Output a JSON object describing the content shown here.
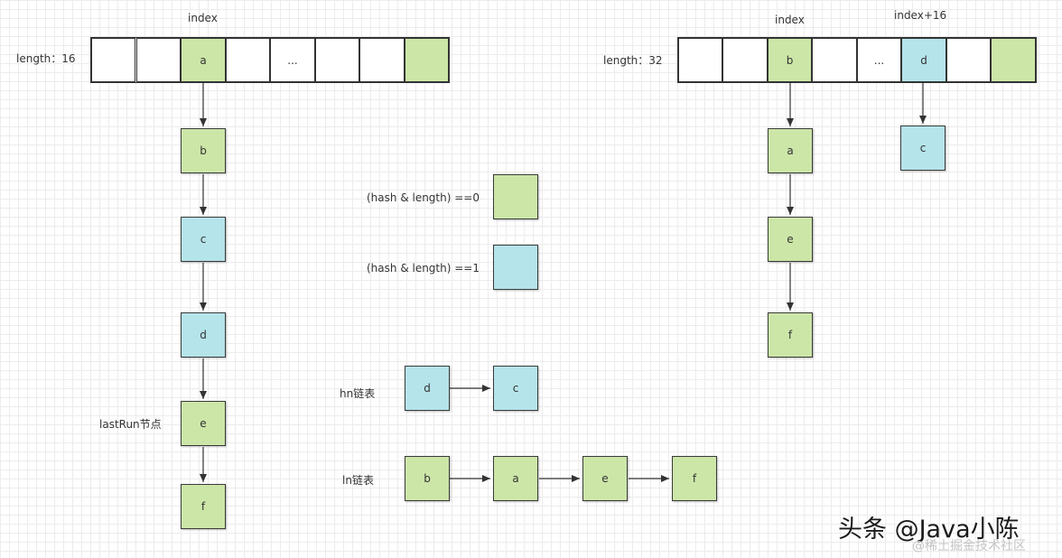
{
  "left_panel": {
    "index_label": "index",
    "length_label": "length：16",
    "array_cells": [
      "",
      "",
      "a",
      "",
      "...",
      "",
      ""
    ],
    "chain": [
      "b",
      "c",
      "d",
      "e",
      "f"
    ],
    "lastrun_label": "lastRun节点"
  },
  "right_panel": {
    "index_label": "index",
    "index16_label": "index+16",
    "length_label": "length：32",
    "array_cells": [
      "",
      "",
      "b",
      "",
      "...",
      "d",
      "",
      ""
    ],
    "chain_index": [
      "a",
      "e",
      "f"
    ],
    "chain_index16": [
      "c"
    ]
  },
  "legend": {
    "zero_label": "(hash & length) ==0",
    "one_label": "(hash & length) ==1"
  },
  "hn_list": {
    "label": "hn链表",
    "nodes": [
      "d",
      "c"
    ]
  },
  "ln_list": {
    "label": "ln链表",
    "nodes": [
      "b",
      "a",
      "e",
      "f"
    ]
  },
  "colors": {
    "green": "#cce6a8",
    "blue": "#b5e4ea",
    "border": "#333333"
  },
  "watermark": {
    "main": "头条 @Java小陈",
    "sub": "@稀土掘金技术社区"
  }
}
